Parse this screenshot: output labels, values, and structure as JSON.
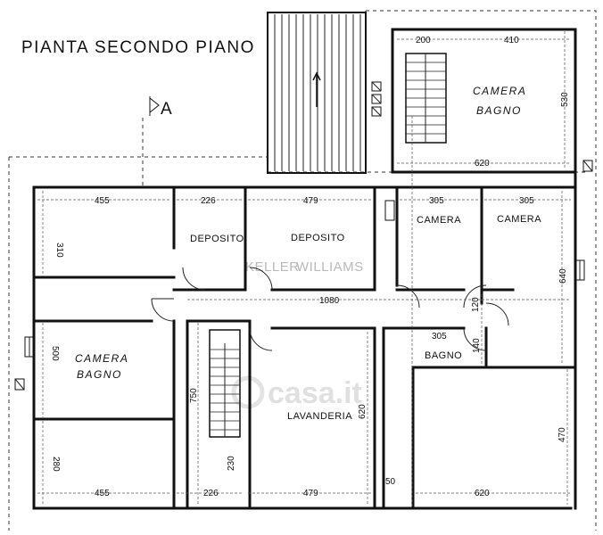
{
  "title": "PIANTA SECONDO PIANO",
  "section_marker": "A",
  "rooms": {
    "camera_bagno_top": [
      "CAMERA",
      "BAGNO"
    ],
    "camera_bagno_left": [
      "CAMERA",
      "BAGNO"
    ],
    "deposito_1": "DEPOSITO",
    "deposito_2": "DEPOSITO",
    "camera_1": "CAMERA",
    "camera_2": "CAMERA",
    "bagno": "BAGNO",
    "lavanderia": "LAVANDERIA"
  },
  "dimensions": {
    "top_200": "200",
    "top_410": "410",
    "right_530": "530",
    "top_620": "620",
    "d455_top": "455",
    "d226_top": "226",
    "d479_top": "479",
    "d305_a": "305",
    "d305_b": "305",
    "d310": "310",
    "d640": "640",
    "d1080": "1080",
    "d120": "120",
    "d500": "500",
    "d305_bagno": "305",
    "d140": "140",
    "d750": "750",
    "d620_mid": "620",
    "d470": "470",
    "d280": "280",
    "d230": "230",
    "d50": "50",
    "d455_bot": "455",
    "d226_bot": "226",
    "d479_bot": "479",
    "d620_bot": "620"
  },
  "watermark": {
    "keller_a": "KELLER",
    "keller_b": "WILLIAMS",
    "casa": "casa.it"
  }
}
